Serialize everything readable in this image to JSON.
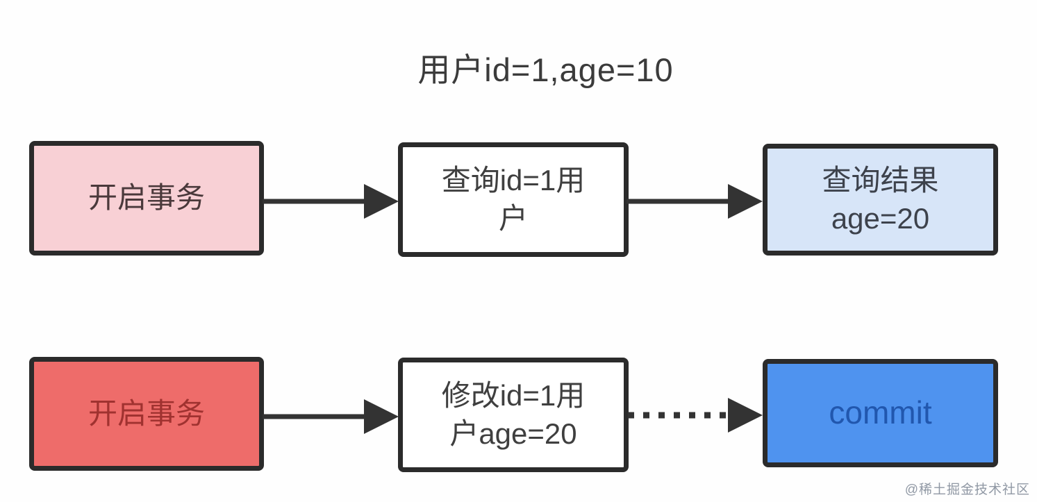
{
  "title": "用户id=1,age=10",
  "watermark": "@稀土掘金技术社区",
  "colors": {
    "background": "#fefefe",
    "box_border": "#2b2b2b",
    "arrow": "#333333",
    "pink_fill": "#f8d0d5",
    "pink_text": "#4a393b",
    "red_fill": "#ee6c6a",
    "red_text": "#a03230",
    "white_fill": "#ffffff",
    "white_box_text": "#3f3f3f",
    "lightblue_fill": "#d7e5f8",
    "lightblue_text": "#3d424c",
    "blue_fill": "#4f93ef",
    "blue_text": "#2157ae",
    "title_text": "#3b3b3b",
    "watermark_text": "#9098a4"
  },
  "rows": [
    {
      "nodes": [
        {
          "label": "开启事务",
          "fill": "#f8d0d5"
        },
        {
          "label": "查询id=1用\n户",
          "fill": "#ffffff"
        },
        {
          "label": "查询结果\nage=20",
          "fill": "#d7e5f8"
        }
      ],
      "connectors": [
        {
          "style": "solid"
        },
        {
          "style": "solid"
        }
      ]
    },
    {
      "nodes": [
        {
          "label": "开启事务",
          "fill": "#ee6c6a"
        },
        {
          "label": "修改id=1用\n户age=20",
          "fill": "#ffffff"
        },
        {
          "label": "commit",
          "fill": "#4f93ef"
        }
      ],
      "connectors": [
        {
          "style": "solid"
        },
        {
          "style": "dotted"
        }
      ]
    }
  ]
}
